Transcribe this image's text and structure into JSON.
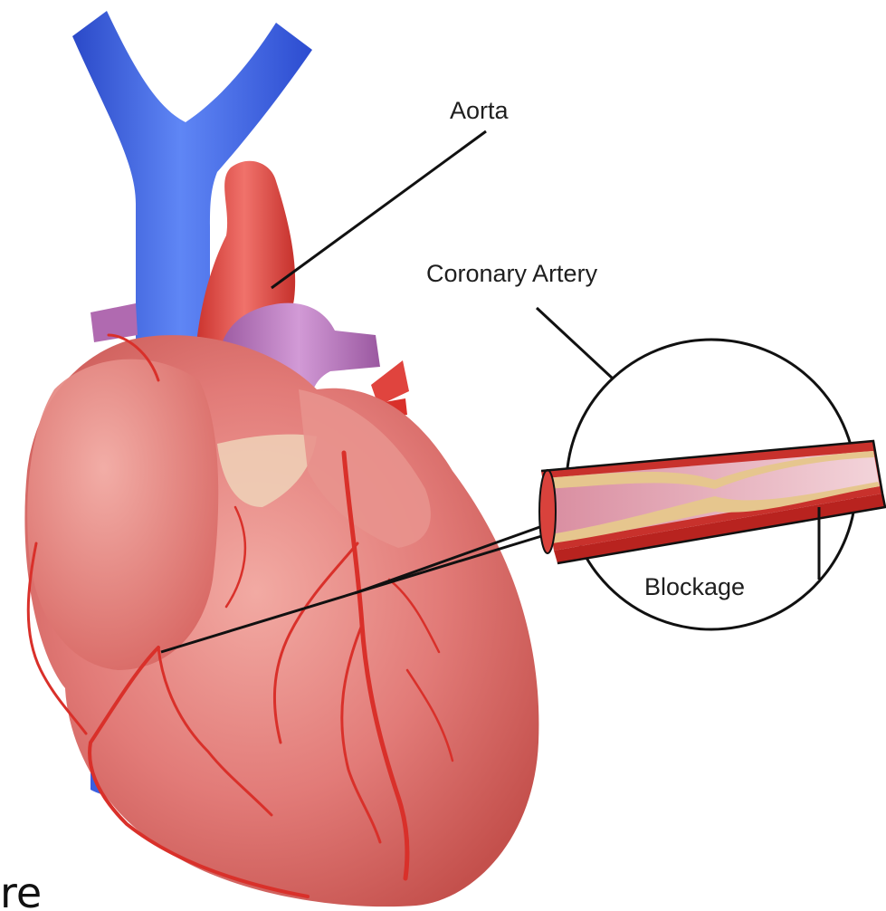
{
  "labels": {
    "aorta": "Aorta",
    "coronary_artery": "Coronary Artery",
    "blockage": "Blockage"
  },
  "corner_text": "re",
  "colors": {
    "vein_blue": "#3a5fe0",
    "aorta_red": "#e0443e",
    "pulmonary_purple": "#b06ab0",
    "heart_pink": "#e27b78",
    "artery_red": "#d9302a",
    "plaque": "#e6c68e",
    "vessel_lumen": "#e9b3bd"
  },
  "icons": [
    "heart-illustration",
    "artery-cross-section",
    "magnifier-circle"
  ]
}
